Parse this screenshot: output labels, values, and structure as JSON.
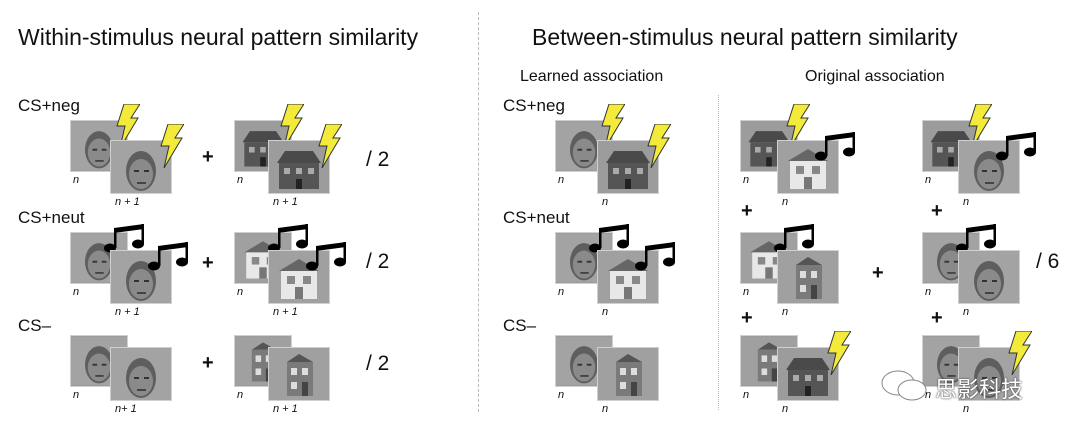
{
  "left": {
    "title": "Within-stimulus neural pattern similarity",
    "rows": [
      {
        "label": "CS+neg",
        "pairs": [
          {
            "back": {
              "img": "face-icon",
              "mark": "bolt-icon"
            },
            "front": {
              "img": "face-icon",
              "mark": "bolt-icon"
            },
            "back_label": "n",
            "front_label": "n + 1"
          },
          {
            "back": {
              "img": "house-icon",
              "mark": "bolt-icon"
            },
            "front": {
              "img": "house-icon",
              "mark": "bolt-icon"
            },
            "back_label": "n",
            "front_label": "n + 1"
          }
        ],
        "plus": "+",
        "divisor": "/ 2"
      },
      {
        "label": "CS+neut",
        "pairs": [
          {
            "back": {
              "img": "face-icon",
              "mark": "music-note-icon"
            },
            "front": {
              "img": "face-icon",
              "mark": "music-note-icon"
            },
            "back_label": "n",
            "front_label": "n + 1"
          },
          {
            "back": {
              "img": "white-house-icon",
              "mark": "music-note-icon"
            },
            "front": {
              "img": "white-house-icon",
              "mark": "music-note-icon"
            },
            "back_label": "n",
            "front_label": "n + 1"
          }
        ],
        "plus": "+",
        "divisor": "/ 2"
      },
      {
        "label": "CS–",
        "pairs": [
          {
            "back": {
              "img": "face-icon",
              "mark": ""
            },
            "front": {
              "img": "face-icon",
              "mark": ""
            },
            "back_label": "n",
            "front_label": "n+ 1"
          },
          {
            "back": {
              "img": "tall-house-icon",
              "mark": ""
            },
            "front": {
              "img": "tall-house-icon",
              "mark": ""
            },
            "back_label": "n",
            "front_label": "n + 1"
          }
        ],
        "plus": "+",
        "divisor": "/ 2"
      }
    ]
  },
  "right": {
    "title": "Between-stimulus neural pattern similarity",
    "learned_header": "Learned association",
    "original_header": "Original association",
    "row_labels": [
      "CS+neg",
      "CS+neut",
      "CS–"
    ],
    "learned": [
      {
        "back": {
          "img": "face-icon",
          "mark": "bolt-icon"
        },
        "front": {
          "img": "house-icon",
          "mark": "bolt-icon"
        },
        "back_label": "n",
        "front_label": "n"
      },
      {
        "back": {
          "img": "face-icon",
          "mark": "music-note-icon"
        },
        "front": {
          "img": "white-house-icon",
          "mark": "music-note-icon"
        },
        "back_label": "n",
        "front_label": "n"
      },
      {
        "back": {
          "img": "face-icon",
          "mark": ""
        },
        "front": {
          "img": "tall-house-icon",
          "mark": ""
        },
        "back_label": "n",
        "front_label": "n"
      }
    ],
    "original_a": [
      {
        "back": {
          "img": "house-icon",
          "mark": "bolt-icon"
        },
        "front": {
          "img": "white-house-icon",
          "mark": "music-note-icon"
        },
        "back_label": "n",
        "front_label": "n"
      },
      {
        "back": {
          "img": "white-house-icon",
          "mark": "music-note-icon"
        },
        "front": {
          "img": "tall-house-icon",
          "mark": ""
        },
        "back_label": "n",
        "front_label": "n"
      },
      {
        "back": {
          "img": "tall-house-icon",
          "mark": ""
        },
        "front": {
          "img": "house-icon",
          "mark": "bolt-icon"
        },
        "back_label": "n",
        "front_label": "n"
      }
    ],
    "original_b": [
      {
        "back": {
          "img": "house-icon",
          "mark": "bolt-icon"
        },
        "front": {
          "img": "face-icon",
          "mark": "music-note-icon"
        },
        "back_label": "n",
        "front_label": "n"
      },
      {
        "back": {
          "img": "face-icon",
          "mark": "music-note-icon"
        },
        "front": {
          "img": "face-icon",
          "mark": ""
        },
        "back_label": "n",
        "front_label": "n"
      },
      {
        "back": {
          "img": "face-icon",
          "mark": ""
        },
        "front": {
          "img": "face-icon",
          "mark": "bolt-icon"
        },
        "back_label": "n",
        "front_label": "n"
      }
    ],
    "plus": "+",
    "divisor": "/ 6"
  },
  "watermark": "思影科技"
}
